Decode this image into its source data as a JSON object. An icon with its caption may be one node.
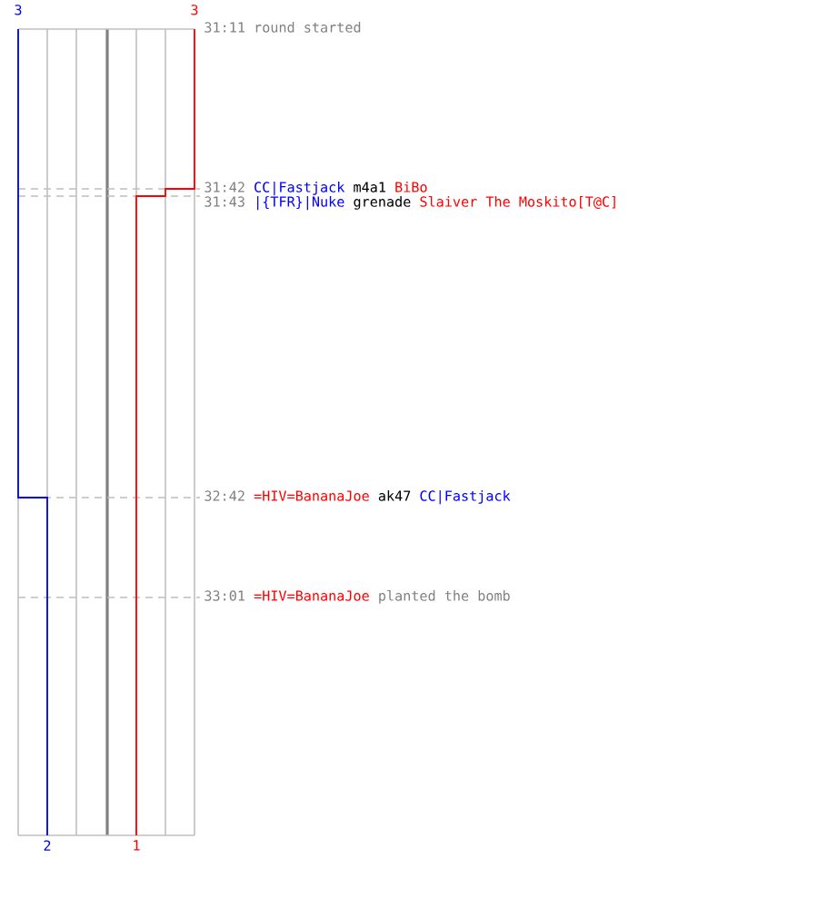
{
  "diagram": {
    "labels": [
      "3",
      "3",
      "31:11",
      "round started",
      "31:42",
      "CC|Fastjack",
      "m4a1",
      "BiBo",
      "31:43",
      "|{TFR}|Nuke",
      "grenade",
      "Slaiver The Moskito[T@C]",
      "32:42",
      "=HIV=BananaJoe",
      "ak47",
      "CC|Fastjack",
      "33:01",
      "=HIV=BananaJoe",
      "planted the bomb",
      "2",
      "1"
    ]
  }
}
